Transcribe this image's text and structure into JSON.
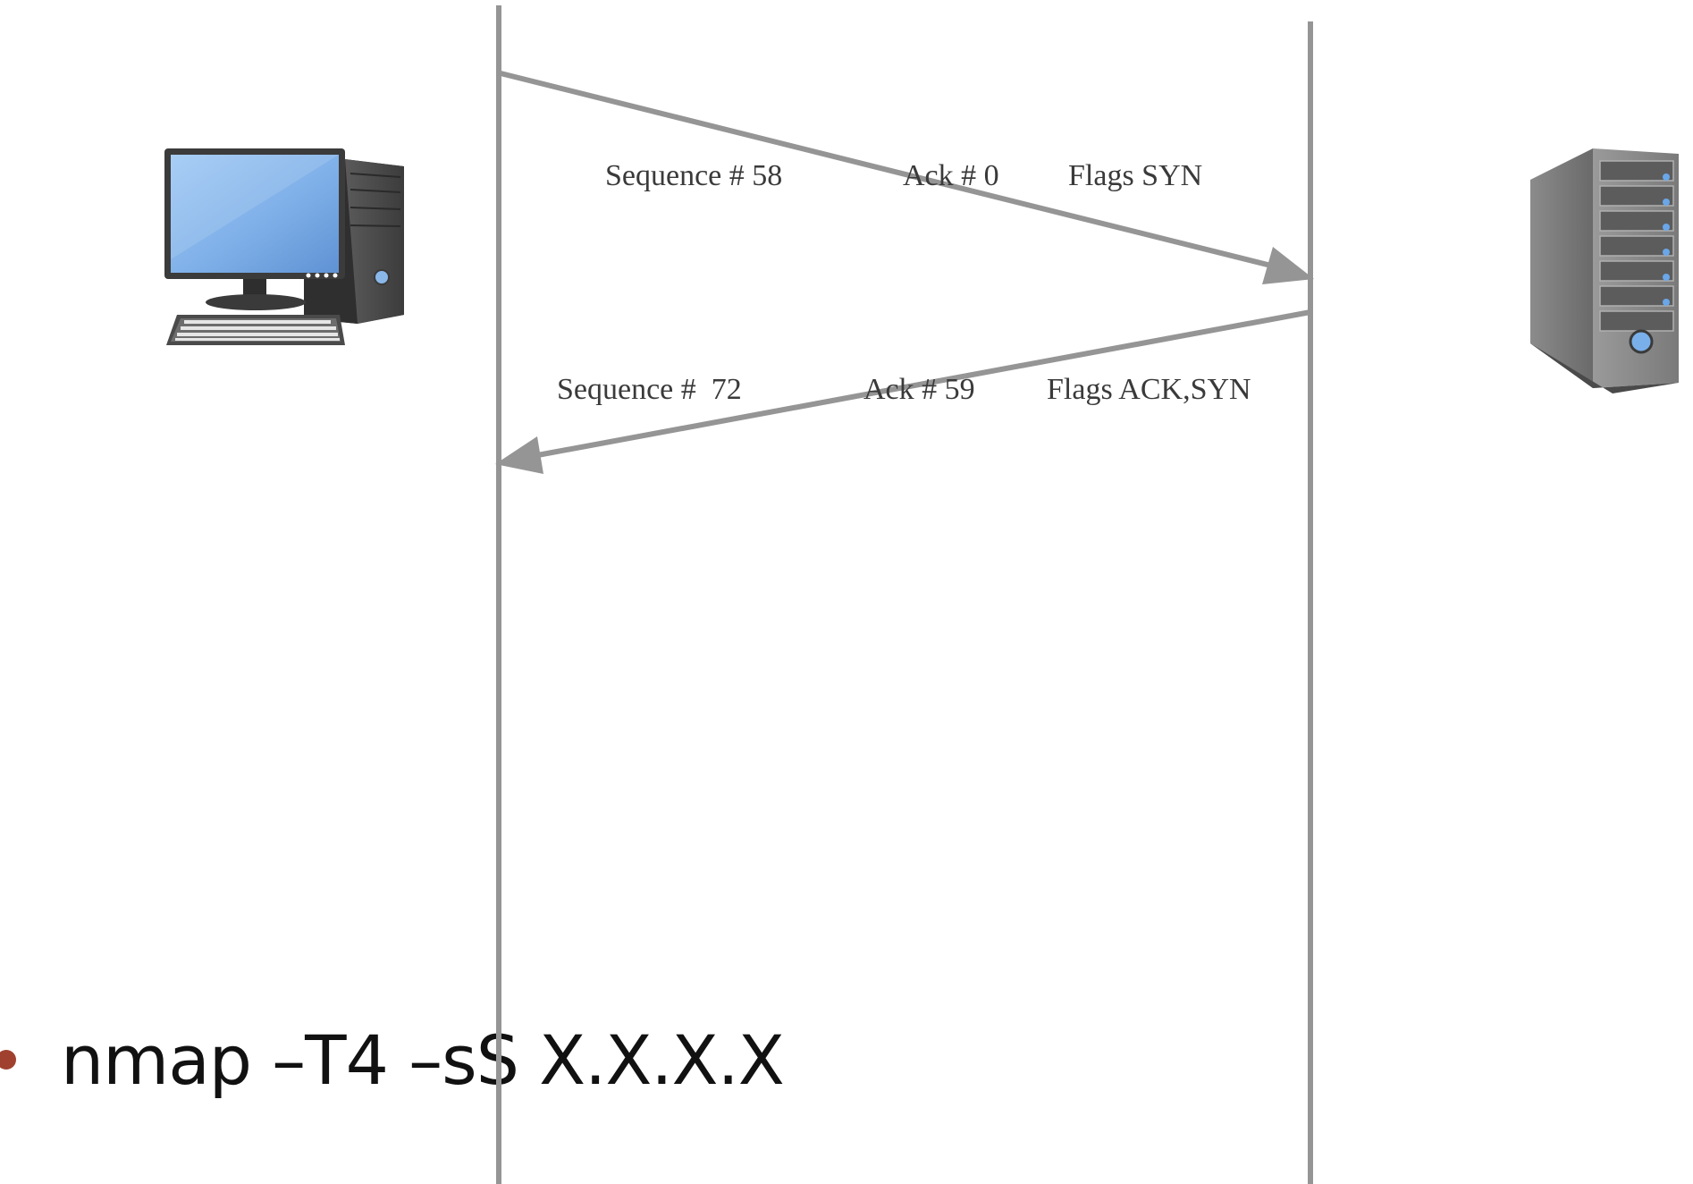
{
  "diagram": {
    "type": "sequence",
    "participants": [
      {
        "name": "client",
        "icon": "desktop-computer-icon"
      },
      {
        "name": "server",
        "icon": "server-tower-icon"
      }
    ],
    "messages": [
      {
        "from": "client",
        "to": "server",
        "sequence": "Sequence # 58",
        "ack": "Ack # 0",
        "flags": "Flags SYN"
      },
      {
        "from": "server",
        "to": "client",
        "sequence": "Sequence #  72",
        "ack": "Ack # 59",
        "flags": "Flags ACK,SYN"
      }
    ],
    "line_color": "#959595"
  },
  "command": {
    "text": "nmap –T4 –sS X.X.X.X",
    "bullet_color": "#a0412f"
  }
}
